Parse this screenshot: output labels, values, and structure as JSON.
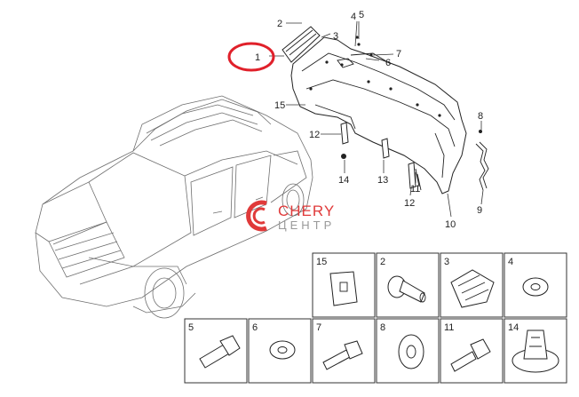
{
  "callouts": [
    {
      "id": "c1",
      "label": "1"
    },
    {
      "id": "c2",
      "label": "2"
    },
    {
      "id": "c3",
      "label": "3"
    },
    {
      "id": "c4",
      "label": "4"
    },
    {
      "id": "c5",
      "label": "5"
    },
    {
      "id": "c6",
      "label": "6"
    },
    {
      "id": "c7",
      "label": "7"
    },
    {
      "id": "c8",
      "label": "8"
    },
    {
      "id": "c9",
      "label": "9"
    },
    {
      "id": "c10",
      "label": "10"
    },
    {
      "id": "c11",
      "label": "11"
    },
    {
      "id": "c12a",
      "label": "12"
    },
    {
      "id": "c12b",
      "label": "12"
    },
    {
      "id": "c13",
      "label": "13"
    },
    {
      "id": "c14",
      "label": "14"
    },
    {
      "id": "c15",
      "label": "15"
    }
  ],
  "logo": {
    "brand": "CHERY",
    "sub": "ЦЕНТР",
    "color_red": "#e03a3a",
    "color_gray": "#9a9a9a"
  },
  "parts_grid": {
    "row1": [
      "15",
      "2",
      "3",
      "4"
    ],
    "row2": [
      "5",
      "6",
      "7",
      "8",
      "11",
      "14"
    ]
  },
  "colors": {
    "highlight_circle": "#e0202a",
    "line": "#222222"
  }
}
